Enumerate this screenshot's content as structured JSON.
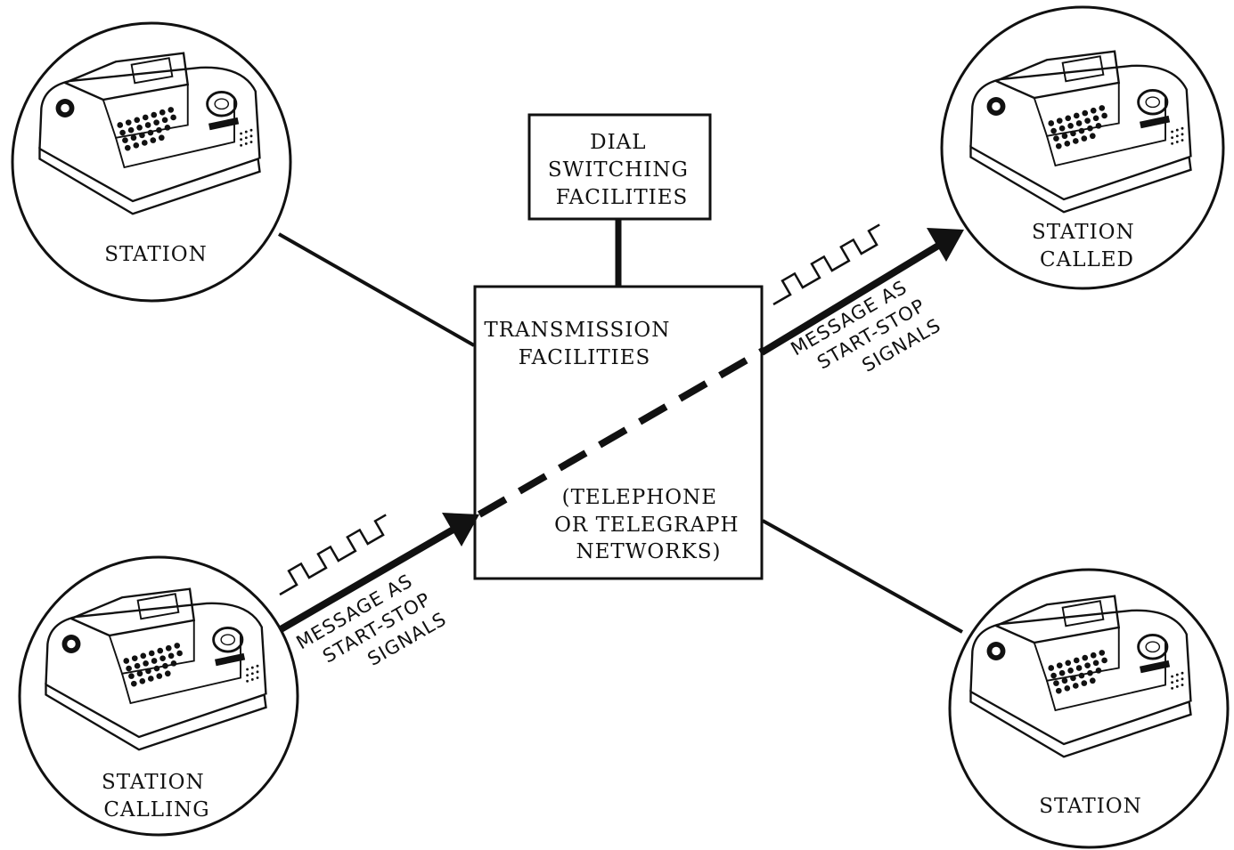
{
  "dial_switching": [
    "DIAL",
    "SWITCHING",
    "FACILITIES"
  ],
  "transmission": [
    "TRANSMISSION",
    "FACILITIES"
  ],
  "networks": [
    "(TELEPHONE",
    "OR TELEGRAPH",
    "NETWORKS)"
  ],
  "stations": {
    "top_left": [
      "STATION"
    ],
    "top_right": [
      "STATION",
      "CALLED"
    ],
    "bottom_left": [
      "STATION",
      "CALLING"
    ],
    "bottom_right": [
      "STATION"
    ]
  },
  "signal_label": [
    "MESSAGE AS",
    "START-STOP",
    "SIGNALS"
  ],
  "icons": {
    "terminal": "teleprinter-icon",
    "pulse": "start-stop-pulse-icon",
    "arrow": "arrow-icon"
  }
}
